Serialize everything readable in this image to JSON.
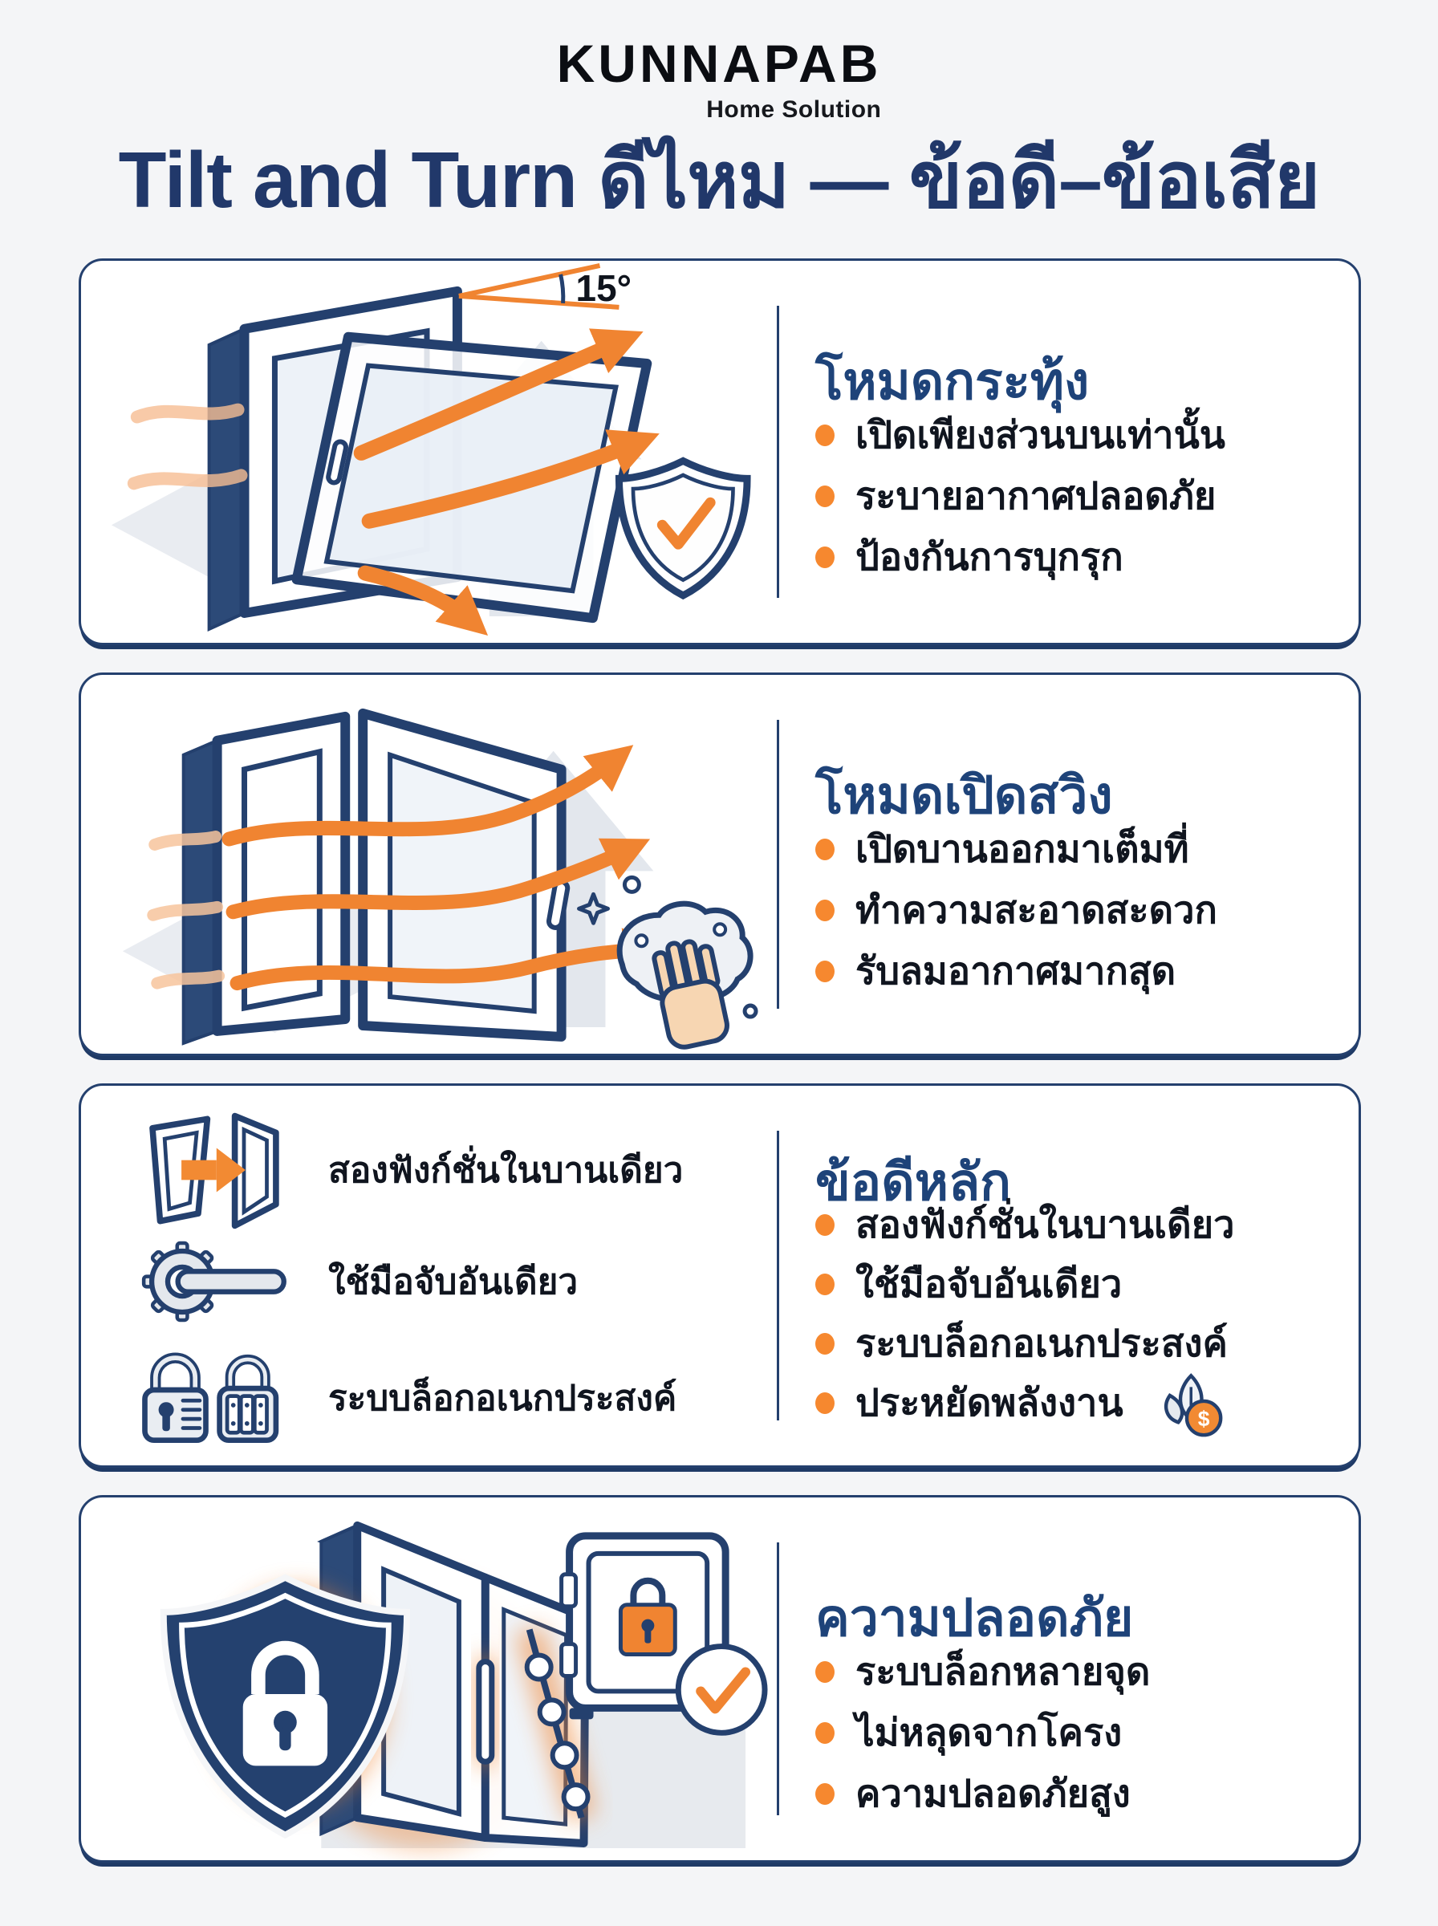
{
  "brand": {
    "name": "KUNNAPAB",
    "tagline": "Home Solution"
  },
  "title": "Tilt and Turn ดีไหม — ข้อดี–ข้อเสีย",
  "palette": {
    "navy": "#24406e",
    "title_navy": "#21386a",
    "heading_navy": "#1e4379",
    "orange": "#f6882f",
    "arrow_orange": "#f08431",
    "text_dark": "#10151f",
    "shape_gray": "#e6e9ee",
    "card_bg": "#ffffff",
    "page_bg": "#f4f5f7"
  },
  "cards": [
    {
      "heading": "โหมดกระทุ้ง",
      "angle_label": "15°",
      "bullets": [
        "เปิดเพียงส่วนบนเท่านั้น",
        "ระบายอากาศปลอดภัย",
        "ป้องกันการบุกรุก"
      ],
      "icons": [
        "tilt-window-icon",
        "up-arrow-shape",
        "airflow-arrows",
        "shield-check-icon"
      ]
    },
    {
      "heading": "โหมดเปิดสวิง",
      "bullets": [
        "เปิดบานออกมาเต็มที่",
        "ทำความสะอาดสะดวก",
        "รับลมอากาศมากสุด"
      ],
      "icons": [
        "swing-window-icon",
        "up-arrow-shape",
        "airflow-arrows",
        "cleaning-hand-icon"
      ]
    },
    {
      "heading": "ข้อดีหลัก",
      "bullets": [
        "สองฟังก์ชั่นในบานเดียว",
        "ใช้มือจับอันเดียว",
        "ระบบล็อกอเนกประสงค์",
        "ประหยัดพลังงาน"
      ],
      "energy_coin_symbol": "$",
      "features": [
        {
          "icon": "dual-function-window-icon",
          "label": "สองฟังก์ชั่นในบานเดียว"
        },
        {
          "icon": "single-handle-icon",
          "label": "ใช้มือจับอันเดียว"
        },
        {
          "icon": "multi-lock-icon",
          "label": "ระบบล็อกอเนกประสงค์"
        }
      ]
    },
    {
      "heading": "ความปลอดภัย",
      "bullets": [
        "ระบบล็อกหลายจุด",
        "ไม่หลุดจากโครง",
        "ความปลอดภัยสูง"
      ],
      "icons": [
        "security-shield-icon",
        "multipoint-lock-window-icon",
        "safe-icon",
        "check-circle-icon"
      ]
    }
  ]
}
